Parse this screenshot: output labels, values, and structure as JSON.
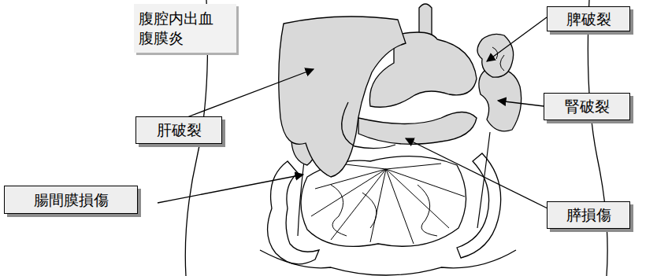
{
  "diagram": {
    "nodes": [
      {
        "text": [
          "腹腔内出血",
          "腹膜炎"
        ]
      },
      {
        "text": [
          "脾破裂"
        ]
      },
      {
        "text": [
          "肝破裂"
        ]
      },
      {
        "text": [
          "腎破裂"
        ]
      },
      {
        "text": [
          "腸間膜損傷"
        ]
      },
      {
        "text": [
          "膵損傷"
        ]
      }
    ]
  }
}
